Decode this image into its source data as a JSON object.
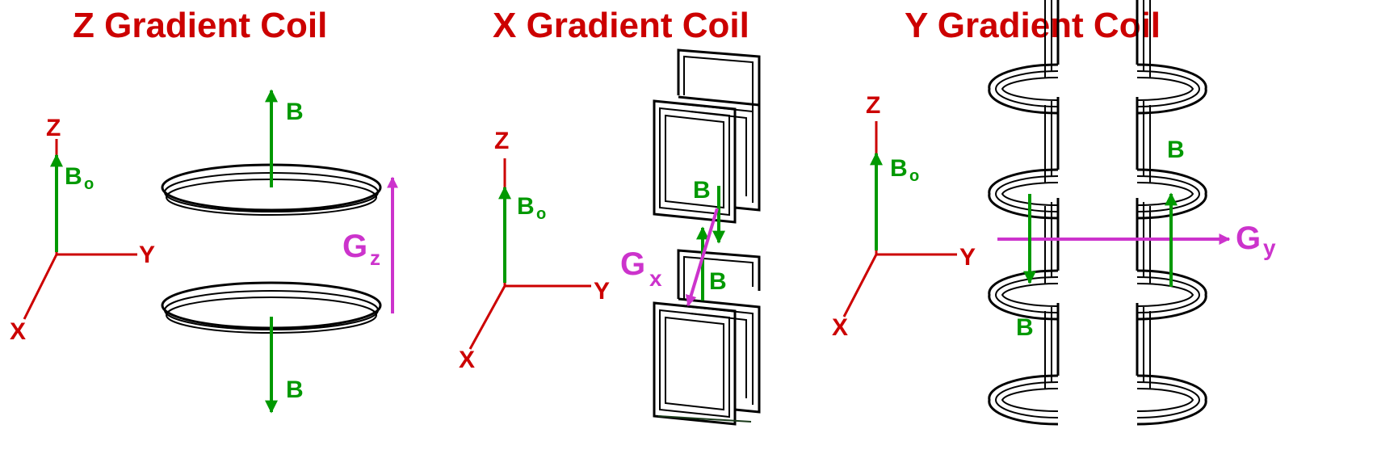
{
  "panels": {
    "z": {
      "title": "Z  Gradient Coil",
      "axes": {
        "z": "Z",
        "x": "X",
        "y": "Y",
        "b0": "B",
        "b0_sub": "o"
      },
      "field_top": "B",
      "field_bottom": "B",
      "gradient": "G",
      "gradient_sub": "z"
    },
    "x": {
      "title": "X  Gradient Coil",
      "axes": {
        "z": "Z",
        "x": "X",
        "y": "Y",
        "b0": "B",
        "b0_sub": "o"
      },
      "field_top": "B",
      "field_bottom": "B",
      "gradient": "G",
      "gradient_sub": "x"
    },
    "y": {
      "title": "Y  Gradient Coil",
      "axes": {
        "z": "Z",
        "x": "X",
        "y": "Y",
        "b0": "B",
        "b0_sub": "o"
      },
      "field_right": "B",
      "field_left": "B",
      "gradient": "G",
      "gradient_sub": "y"
    }
  },
  "colors": {
    "axis": "#cc0000",
    "field": "#009900",
    "gradient": "#cc33cc",
    "coil": "#000000"
  }
}
